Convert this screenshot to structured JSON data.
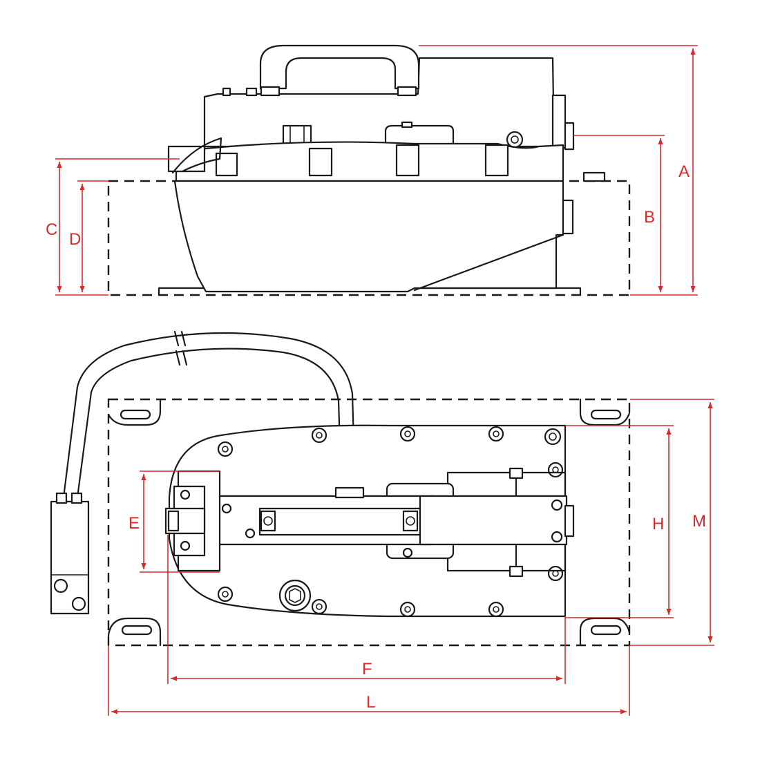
{
  "colors": {
    "outline": "#1a1a1a",
    "dimension": "#d62b2b",
    "background": "#ffffff"
  },
  "labels": {
    "A": "A",
    "B": "B",
    "C": "C",
    "D": "D",
    "E": "E",
    "F": "F",
    "H": "H",
    "L": "L",
    "M": "M"
  }
}
